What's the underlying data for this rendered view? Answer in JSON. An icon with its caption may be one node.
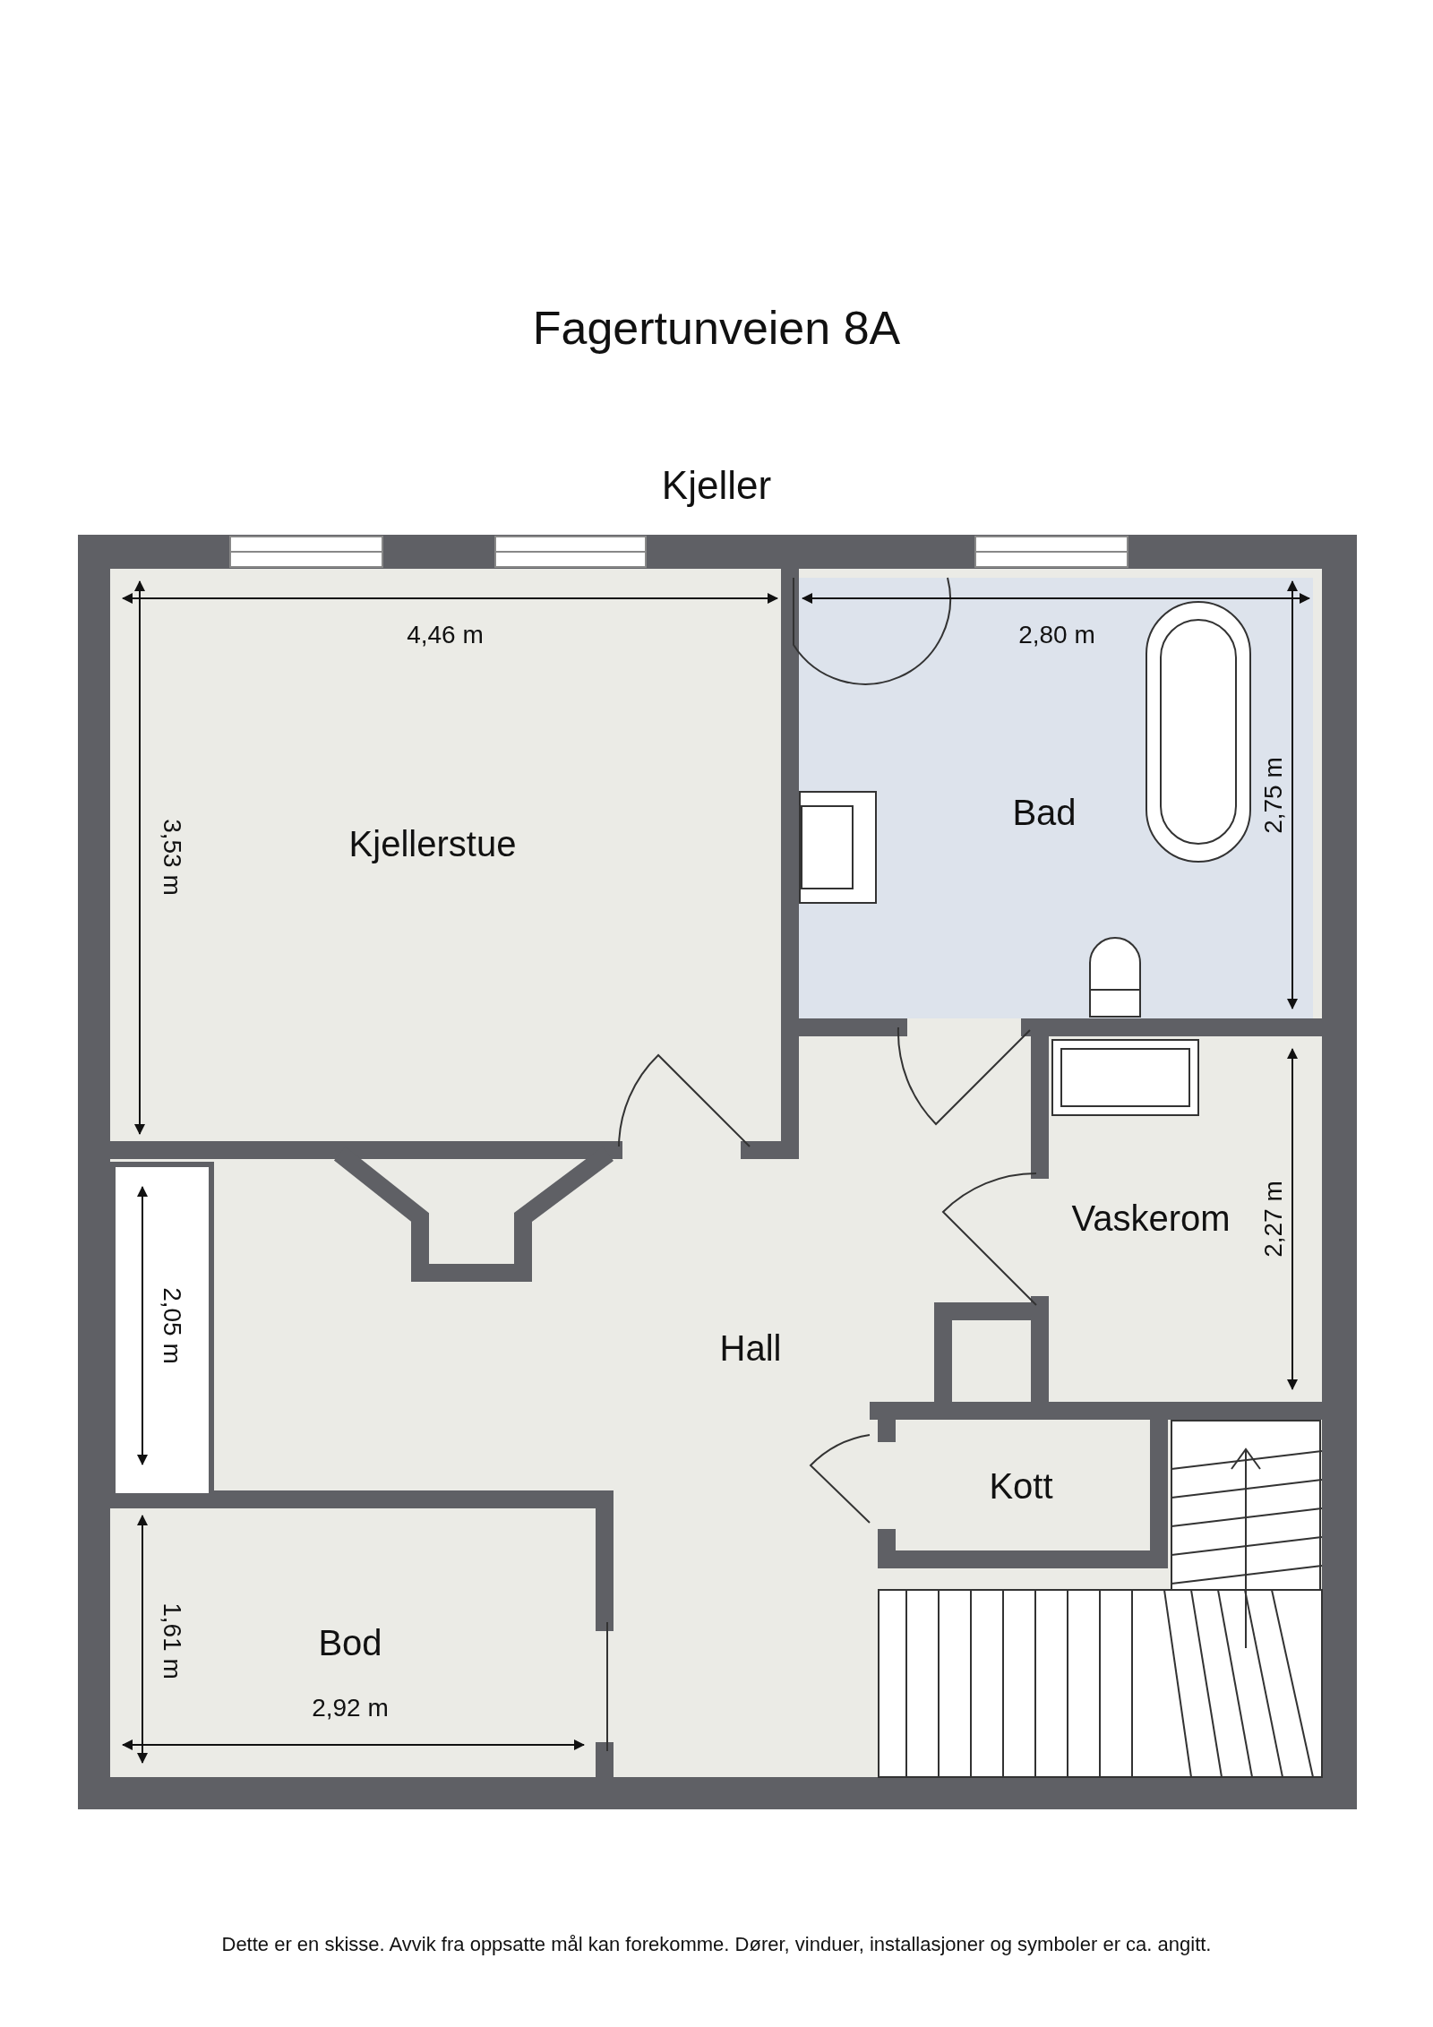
{
  "diagram": {
    "title": "Fagertunveien 8A",
    "caption": "Dette er en skisse. Avvik fra oppsatte mål kan forekomme. Dører, vinduer, installasjoner og symboler er ca. angitt.",
    "nodes": [
      {
        "text": [
          "Kjellerstue"
        ]
      },
      {
        "text": [
          "Bad"
        ]
      },
      {
        "text": [
          "Vaskerom"
        ]
      },
      {
        "text": [
          "Hall"
        ]
      },
      {
        "text": [
          "Kott"
        ]
      },
      {
        "text": [
          "Bod"
        ]
      }
    ],
    "labels": [
      "Kjeller",
      "4,46 m",
      "2,80 m",
      "2,75 m",
      "3,53 m",
      "2,27 m",
      "2,05 m",
      "1,61 m",
      "2,92 m"
    ]
  }
}
